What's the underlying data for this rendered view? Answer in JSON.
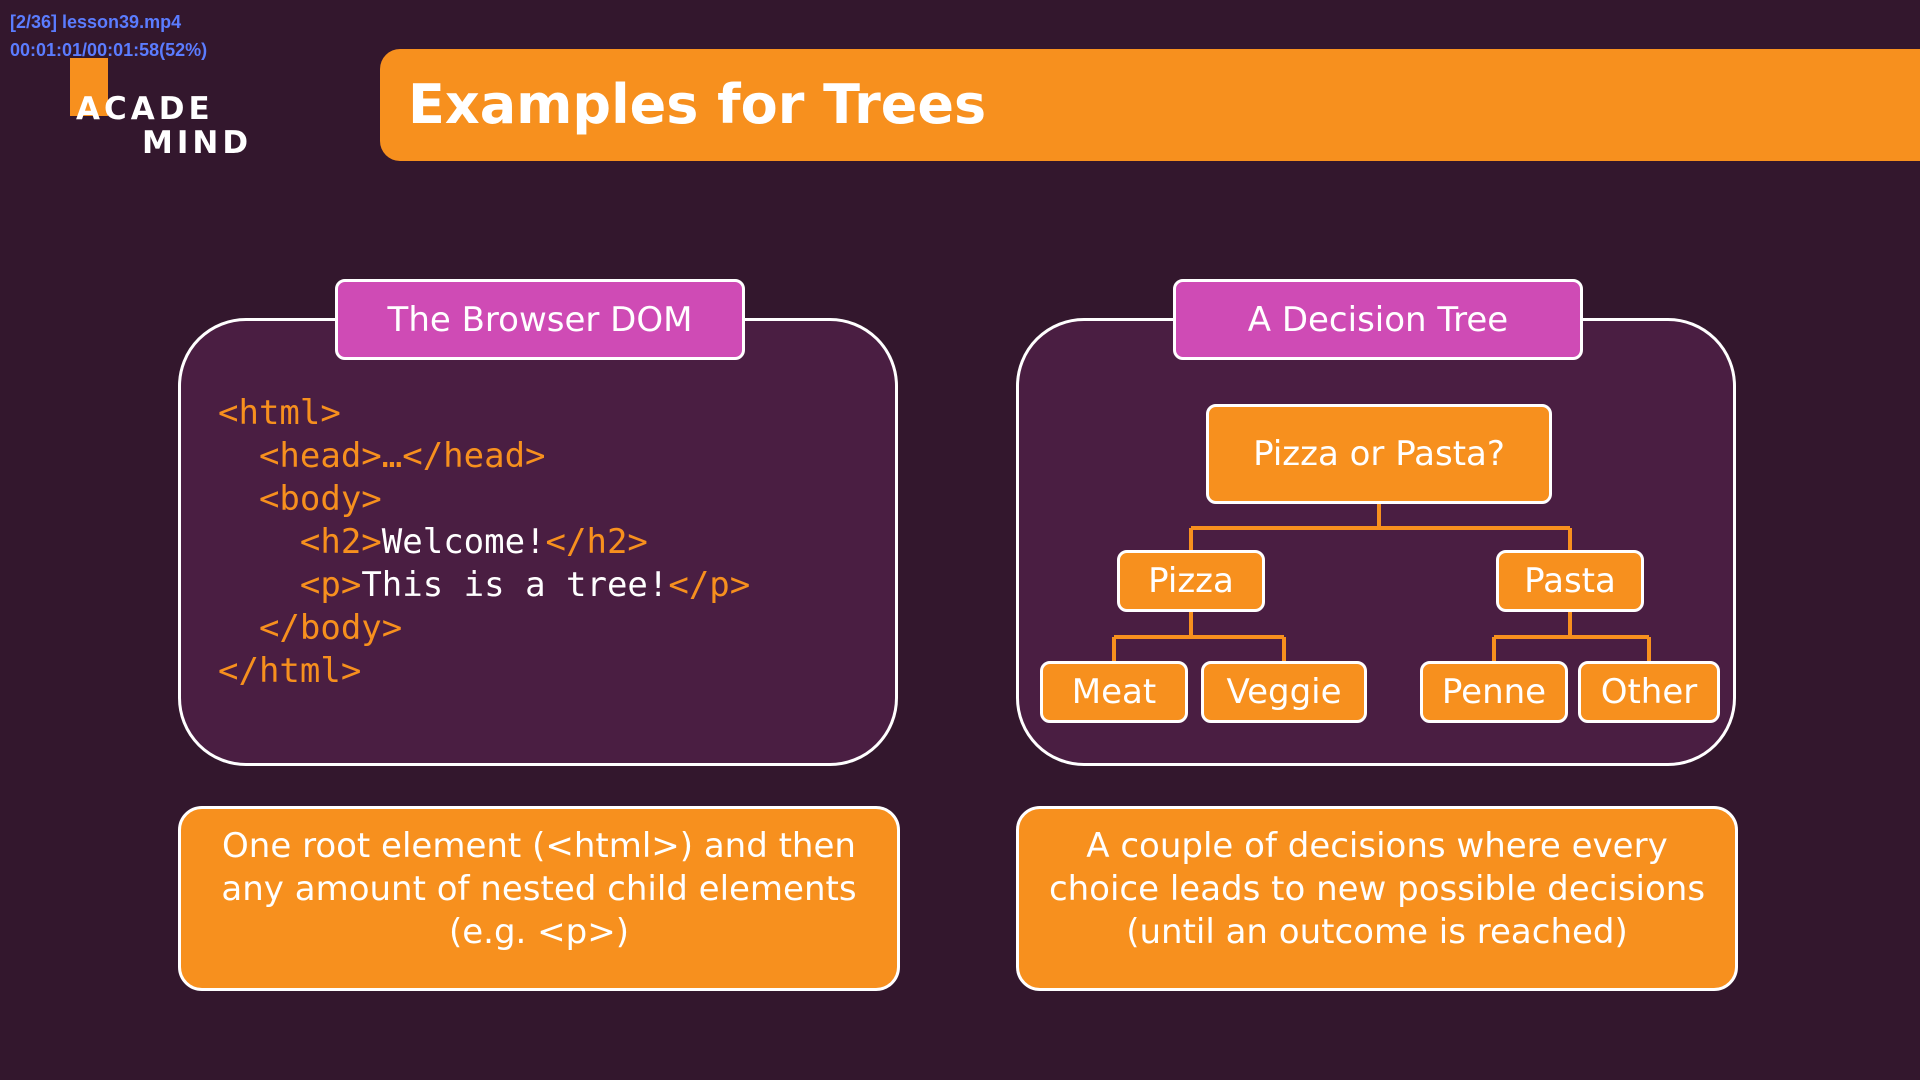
{
  "player_overlay": {
    "file": "[2/36] lesson39.mp4",
    "time": "00:01:01/00:01:58(52%)"
  },
  "logo": {
    "line1": "ACADE",
    "line2": "MIND"
  },
  "title": "Examples for Trees",
  "left_panel": {
    "label": "The Browser DOM",
    "code": {
      "l1": "<html>",
      "l2": "<head>…</head>",
      "l3": "<body>",
      "l4_open": "<h2>",
      "l4_text": "Welcome!",
      "l4_close": "</h2>",
      "l5_open": "<p>",
      "l5_text": "This is a tree!",
      "l5_close": "</p>",
      "l6": "</body>",
      "l7": "</html>"
    },
    "description": "One root element (<html>) and then any amount of nested child elements (e.g. <p>)"
  },
  "right_panel": {
    "label": "A Decision Tree",
    "tree": {
      "root": "Pizza or Pasta?",
      "pizza": "Pizza",
      "pasta": "Pasta",
      "meat": "Meat",
      "veggie": "Veggie",
      "penne": "Penne",
      "other": "Other"
    },
    "description": "A couple of decisions where every choice leads to new possible decisions (until an outcome is reached)"
  },
  "colors": {
    "background": "#33172d",
    "panel": "#4a1e42",
    "orange": "#f7901e",
    "magenta": "#cf4bb5",
    "white": "#ffffff",
    "overlay_blue": "#5b7cff"
  }
}
